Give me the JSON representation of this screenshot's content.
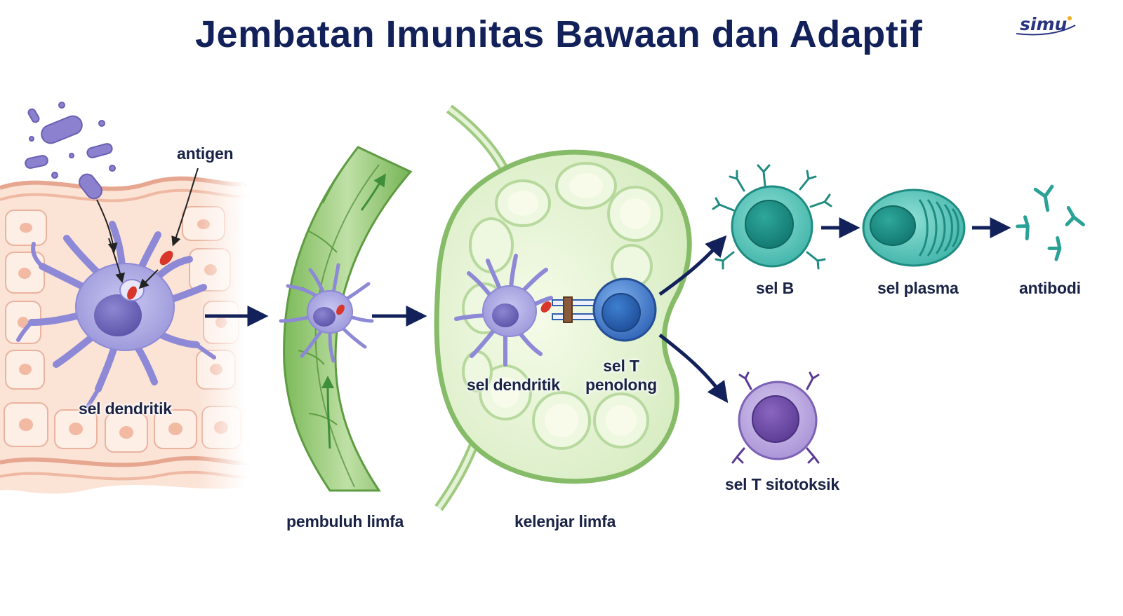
{
  "title": "Jembatan Imunitas Bawaan dan Adaptif",
  "logo": "simu",
  "labels": {
    "antigen": "antigen",
    "dendritic_tissue": "sel dendritik",
    "lymph_vessel": "pembuluh limfa",
    "lymph_node": "kelenjar limfa",
    "dendritic_node": "sel dendritik",
    "helper_t_line1": "sel T",
    "helper_t_line2": "penolong",
    "b_cell": "sel B",
    "plasma_cell": "sel plasma",
    "antibody": "antibodi",
    "cytotoxic_t": "sel T sitotoksik"
  },
  "colors": {
    "title": "#13215a",
    "arrow": "#13215a",
    "dendritic": "#a9a6e4",
    "antigen": "#d9362b",
    "tissue": "#f6c9b6",
    "lymph": "#8cc66c",
    "helper_t": "#3a73c4",
    "b_cell": "#3fb7ad",
    "cytotoxic": "#9b82c9"
  }
}
